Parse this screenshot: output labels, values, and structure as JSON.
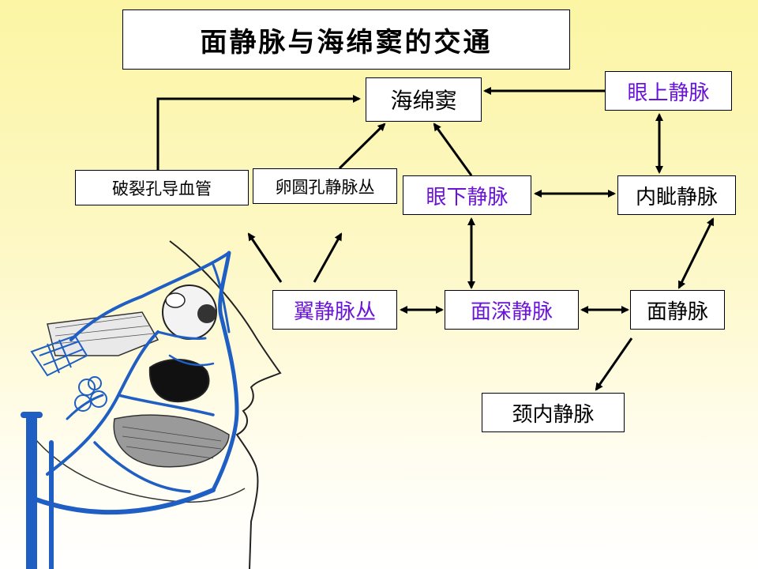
{
  "title": "面静脉与海绵窦的交通",
  "nodes": {
    "cavernous_sinus": "海绵窦",
    "superior_ophthalmic_vein": "眼上静脉",
    "foramen_lacerum_emissary": "破裂孔导血管",
    "foramen_ovale_plexus": "卵圆孔静脉丛",
    "inferior_ophthalmic_vein": "眼下静脉",
    "angular_vein": "内眦静脉",
    "pterygoid_plexus": "翼静脉丛",
    "deep_facial_vein": "面深静脉",
    "facial_vein": "面静脉",
    "internal_jugular_vein": "颈内静脉"
  },
  "colors": {
    "highlight_text": "#6a14d8",
    "vein_blue": "#1f5fc4",
    "arrow": "#000000"
  }
}
